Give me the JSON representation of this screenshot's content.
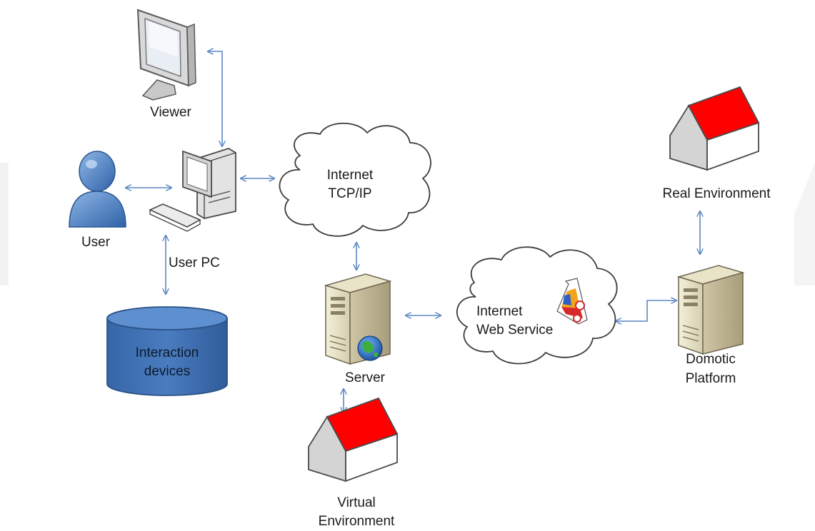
{
  "nodes": {
    "viewer": "Viewer",
    "user": "User",
    "user_pc": "User PC",
    "interaction_devices_line1": "Interaction",
    "interaction_devices_line2": "devices",
    "internet_tcp_line1": "Internet",
    "internet_tcp_line2": "TCP/IP",
    "server": "Server",
    "internet_ws_line1": "Internet",
    "internet_ws_line2": "Web Service",
    "real_environment": "Real Environment",
    "domotic_line1": "Domotic",
    "domotic_line2": "Platform",
    "virtual_line1": "Virtual",
    "virtual_line2": "Environment"
  },
  "colors": {
    "arrow": "#5b87c5",
    "cylinder": "#3f6fb0",
    "roof": "#ff0000",
    "user_icon": "#4a7fc1"
  },
  "icons": [
    "monitor-icon",
    "desktop-pc-icon",
    "user-icon",
    "database-cylinder-icon",
    "cloud-icon",
    "server-tower-icon",
    "globe-icon",
    "house-icon",
    "gear-paint-icon"
  ]
}
